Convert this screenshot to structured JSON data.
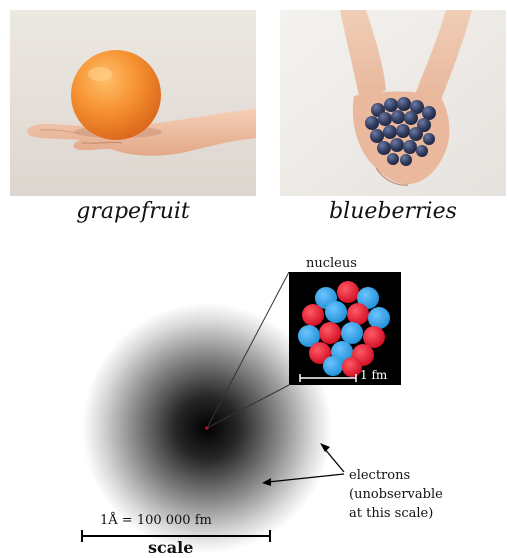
{
  "photos": {
    "grapefruit": {
      "caption": "grapefruit",
      "colors": {
        "background": "#e7e2dc",
        "fruit": "#f2892e",
        "skin": "#f1c3a8"
      }
    },
    "blueberries": {
      "caption": "blueberries",
      "colors": {
        "background": "#f1efec",
        "berries": "#2f3a5c",
        "skin": "#f0c9b0"
      }
    }
  },
  "atom_diagram": {
    "nucleus_label": "nucleus",
    "nucleus_scale_label": "1 fm",
    "electrons_label_lines": [
      "electrons",
      "(unobservable",
      "at this scale)"
    ],
    "atom_scale_label": "1Å = 100 000 fm",
    "scale_caption": "scale",
    "colors": {
      "electron_cloud": "#000000",
      "proton": "#e8112d",
      "neutron": "#2aa1e8",
      "nucleus_background": "#000000"
    }
  }
}
